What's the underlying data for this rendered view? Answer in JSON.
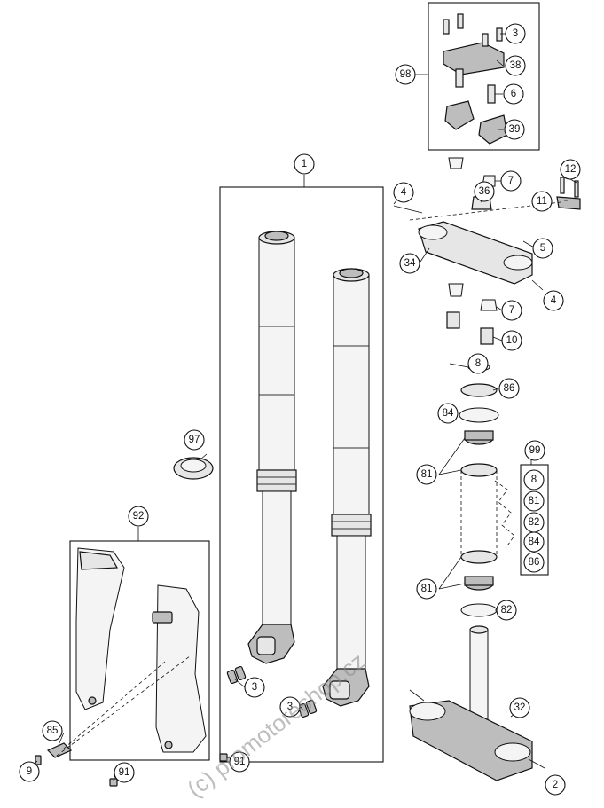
{
  "diagram": {
    "watermark": "(c) promotoreshop.cz",
    "callouts": [
      {
        "label": "1"
      },
      {
        "label": "2"
      },
      {
        "label": "3"
      },
      {
        "label": "3"
      },
      {
        "label": "3"
      },
      {
        "label": "4"
      },
      {
        "label": "4"
      },
      {
        "label": "5"
      },
      {
        "label": "6"
      },
      {
        "label": "7"
      },
      {
        "label": "7"
      },
      {
        "label": "8"
      },
      {
        "label": "9"
      },
      {
        "label": "10"
      },
      {
        "label": "11"
      },
      {
        "label": "12"
      },
      {
        "label": "32"
      },
      {
        "label": "34"
      },
      {
        "label": "36"
      },
      {
        "label": "38"
      },
      {
        "label": "39"
      },
      {
        "label": "81"
      },
      {
        "label": "81"
      },
      {
        "label": "82"
      },
      {
        "label": "84"
      },
      {
        "label": "85"
      },
      {
        "label": "86"
      },
      {
        "label": "91"
      },
      {
        "label": "91"
      },
      {
        "label": "92"
      },
      {
        "label": "97"
      },
      {
        "label": "98"
      },
      {
        "label": "99"
      }
    ],
    "kit_99_list": [
      "8",
      "81",
      "82",
      "84",
      "86"
    ]
  }
}
